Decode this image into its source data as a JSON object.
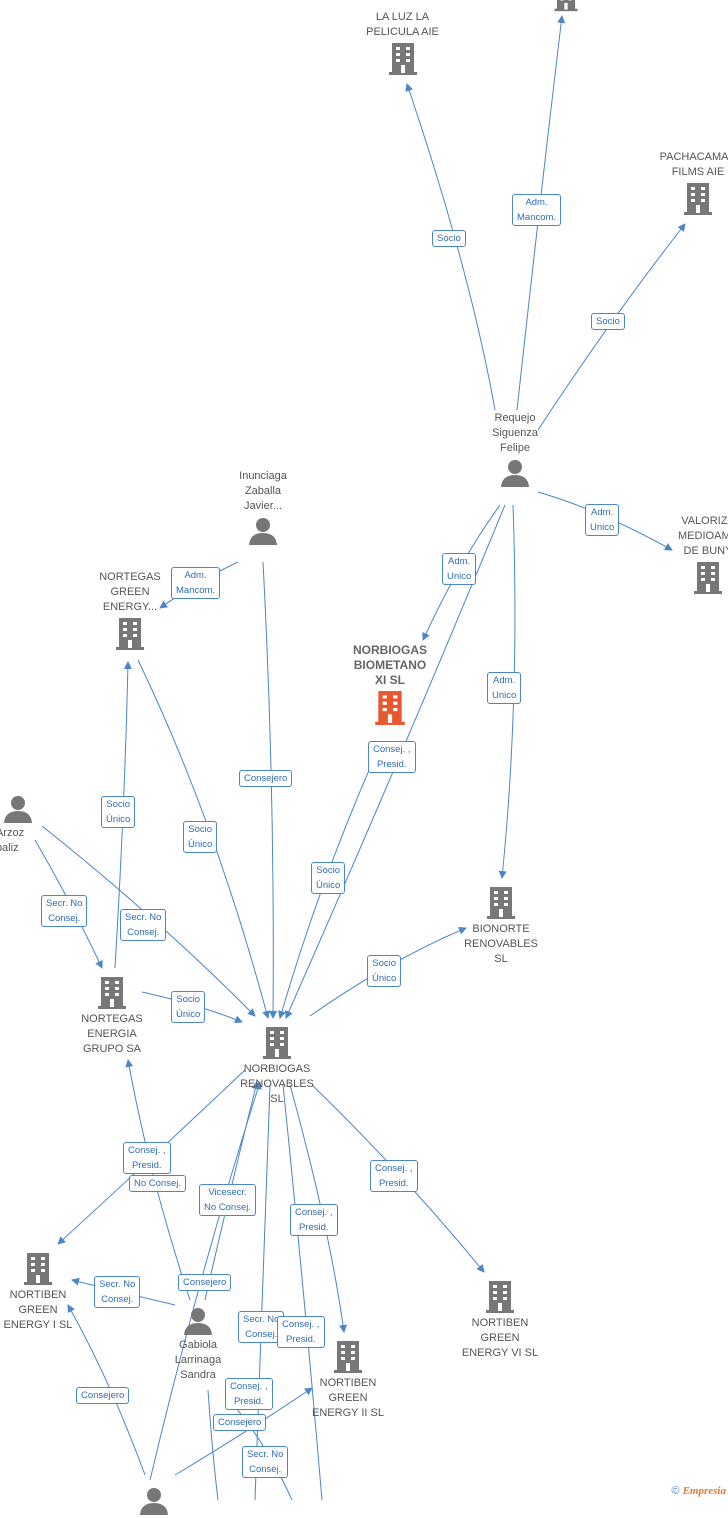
{
  "colors": {
    "edge": "#4a86c8",
    "node": "#777777",
    "highlight": "#e8572e"
  },
  "nodes": [
    {
      "id": "laluz",
      "kind": "company",
      "label": "LA LUZ LA\nPELICULA AIE"
    },
    {
      "id": "topco",
      "kind": "company",
      "label": ""
    },
    {
      "id": "pacha",
      "kind": "company",
      "label": "PACHACAMAC\nFILMS AIE"
    },
    {
      "id": "requejo",
      "kind": "person",
      "label": "Requejo\nSiguenza\nFelipe"
    },
    {
      "id": "valoriza",
      "kind": "company",
      "label": "VALORIZA\nMEDIOAMB\nDE BUNY"
    },
    {
      "id": "inunciaga",
      "kind": "person",
      "label": "Inunciaga\nZaballa\nJavier..."
    },
    {
      "id": "nortegas_green",
      "kind": "company",
      "label": "NORTEGAS\nGREEN\nENERGY..."
    },
    {
      "id": "biometano",
      "kind": "company",
      "label": "NORBIOGAS\nBIOMETANO\nXI SL",
      "highlight": true
    },
    {
      "id": "bionorte",
      "kind": "company",
      "label": "BIONORTE\nRENOVABLES\nSL"
    },
    {
      "id": "arzoz",
      "kind": "person",
      "label": "z Arzoz\nitibaliz"
    },
    {
      "id": "nortegas_grupo",
      "kind": "company",
      "label": "NORTEGAS\nENERGIA\nGRUPO SA"
    },
    {
      "id": "norbiogas",
      "kind": "company",
      "label": "NORBIOGAS\nRENOVABLES\nSL"
    },
    {
      "id": "nortiben1",
      "kind": "company",
      "label": "NORTIBEN\nGREEN\nENERGY I SL"
    },
    {
      "id": "gabiola",
      "kind": "person",
      "label": "Gabiola\nLarrinaga\nSandra"
    },
    {
      "id": "nortiben2",
      "kind": "company",
      "label": "NORTIBEN\nGREEN\nENERGY II SL"
    },
    {
      "id": "nortiben6",
      "kind": "company",
      "label": "NORTIBEN\nGREEN\nENERGY VI SL"
    },
    {
      "id": "bottom_person",
      "kind": "person",
      "label": ""
    }
  ],
  "edge_labels": [
    "Socio",
    "Adm.\nMancom.",
    "Socio",
    "Adm.\nUnico",
    "Adm.\nMancom.",
    "Adm.\nUnico",
    "Adm.\nUnico",
    "Consejero",
    "Consej. ,\nPresid.",
    "Socio\nÚnico",
    "Socio\nÚnico",
    "Socio\nÚnico",
    "Secr. No\nConsej.",
    "Secr. No\nConsej.",
    "Socio\nÚnico",
    "Socio\nÚnico",
    "Consej. ,\nPresid.",
    "No Consej.",
    "Vicesecr.\nNo Consej.",
    "Consej. ,\nPresid.",
    "Consej. ,\nPresid.",
    "Secr. No\nConsej.",
    "Consejero",
    "Secr. No\nConsej.",
    "Consej. ,\nPresid.",
    "Consejero",
    "Consej. ,\nPresid.",
    "Consejero",
    "Secr. No\nConsej."
  ],
  "brand": {
    "copyright": "©",
    "name": "Empresia"
  }
}
